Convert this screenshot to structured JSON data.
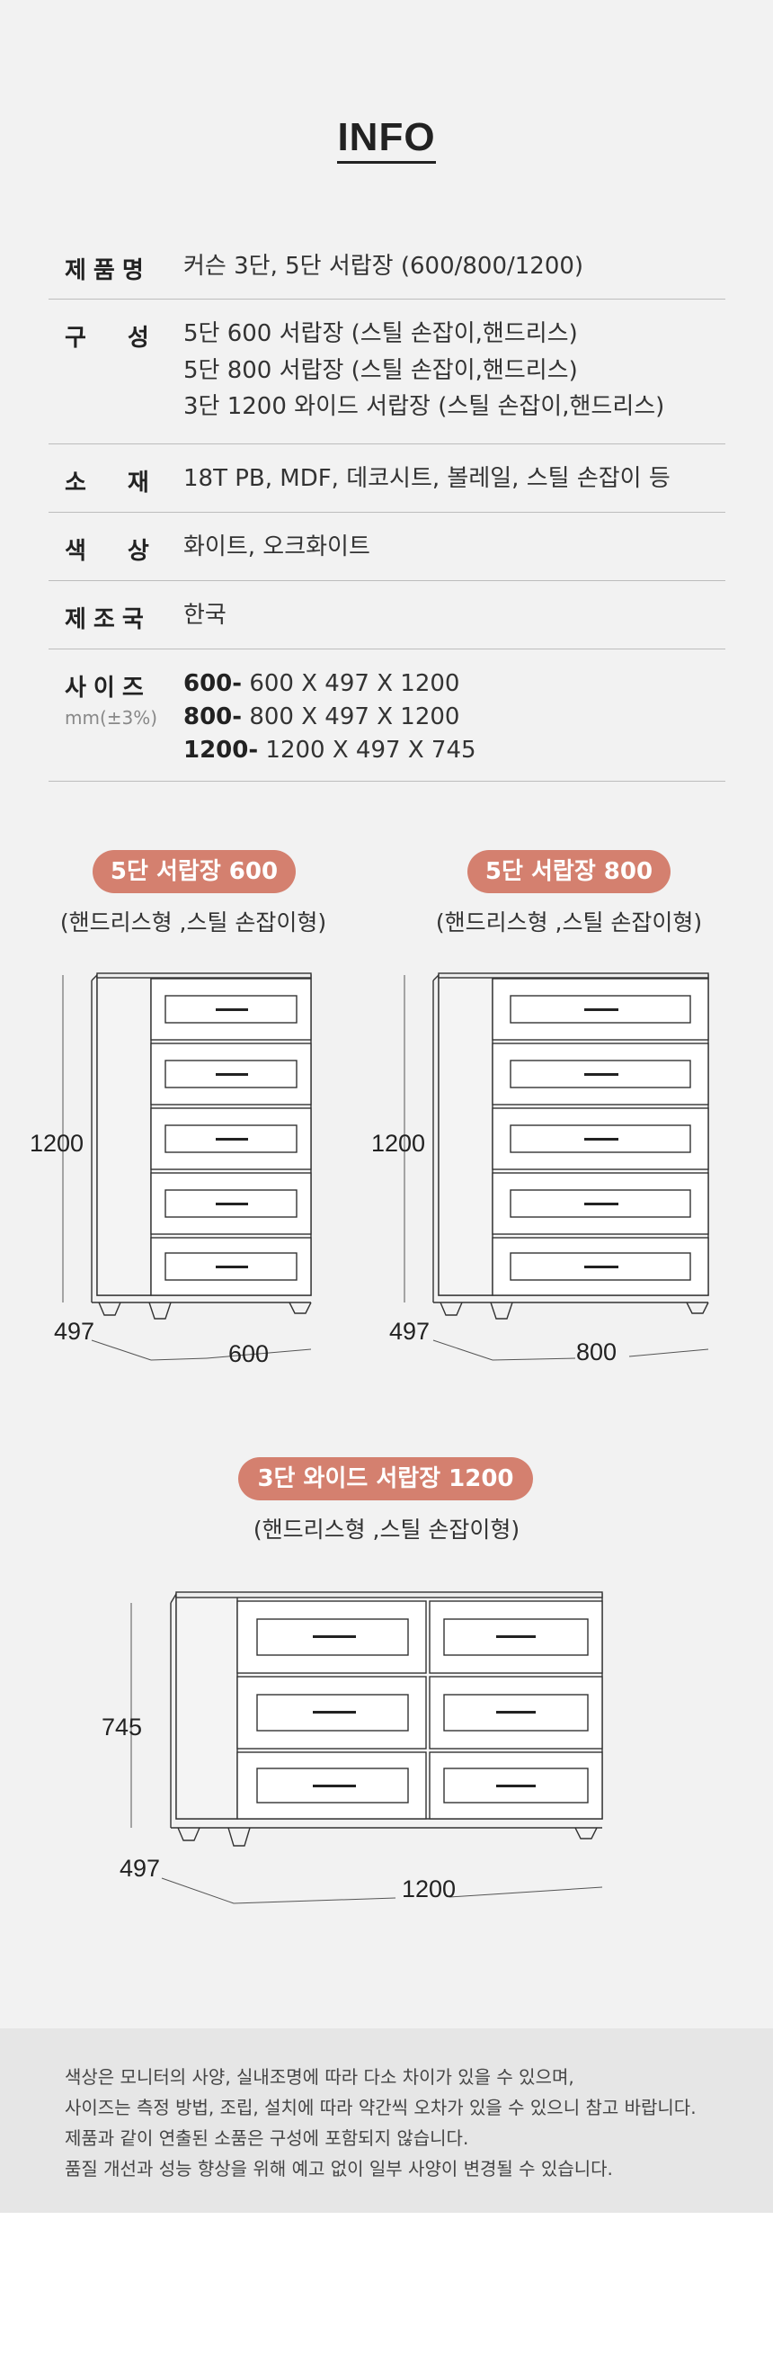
{
  "title": "INFO",
  "spec": {
    "name_label": "제품명",
    "name_value": "커슨 3단, 5단 서랍장 (600/800/1200)",
    "composition_label": "구성",
    "composition_values": [
      "5단 600 서랍장 (스틸 손잡이,핸드리스)",
      "5단 800 서랍장 (스틸 손잡이,핸드리스)",
      "3단 1200 와이드 서랍장 (스틸 손잡이,핸드리스)"
    ],
    "material_label": "소재",
    "material_value": "18T PB, MDF, 데코시트, 볼레일, 스틸 손잡이 등",
    "color_label": "색상",
    "color_value": "화이트, 오크화이트",
    "origin_label": "제조국",
    "origin_value": "한국",
    "size_label": "사이즈",
    "size_unit": "mm(±3%)",
    "sizes": [
      {
        "key": "600-",
        "value": " 600 X 497 X 1200"
      },
      {
        "key": "800-",
        "value": " 800 X 497 X 1200"
      },
      {
        "key": "1200-",
        "value": " 1200 X 497 X 745"
      }
    ]
  },
  "products": [
    {
      "name": "5단 서랍장 600",
      "type": "(핸드리스형 ,스틸 손잡이형)",
      "height": "1200",
      "depth": "497",
      "width": "600"
    },
    {
      "name": "5단 서랍장 800",
      "type": "(핸드리스형 ,스틸 손잡이형)",
      "height": "1200",
      "depth": "497",
      "width": "800"
    },
    {
      "name": "3단 와이드 서랍장 1200",
      "type": "(핸드리스형 ,스틸 손잡이형)",
      "height": "745",
      "depth": "497",
      "width": "1200"
    }
  ],
  "notes": [
    "색상은 모니터의 사양, 실내조명에 따라 다소 차이가 있을 수 있으며,",
    "사이즈는 측정 방법, 조립, 설치에 따라 약간씩 오차가 있을 수 있으니 참고 바랍니다.",
    "제품과 같이 연출된 소품은 구성에 포함되지 않습니다.",
    "품질 개선과 성능 향상을 위해 예고 없이 일부 사양이 변경될 수 있습니다."
  ],
  "colors": {
    "accent": "#d4806f",
    "background": "#f2f2f2",
    "footer": "#e6e6e6"
  }
}
